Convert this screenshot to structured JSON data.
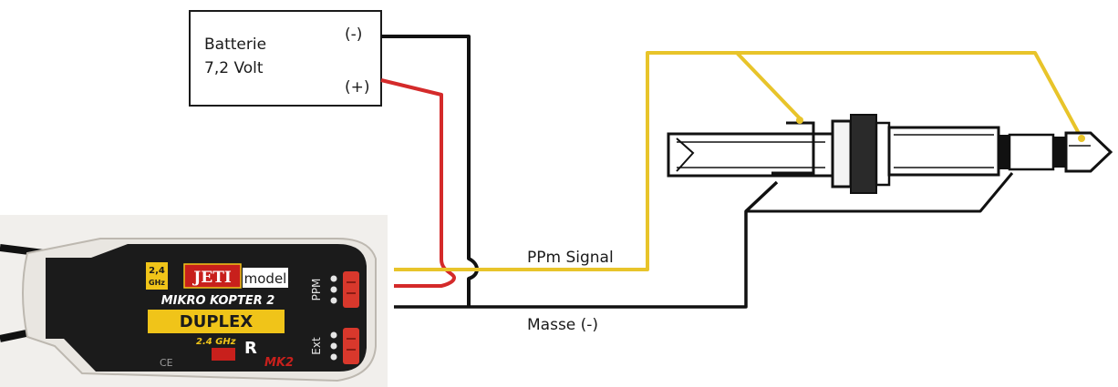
{
  "battery": {
    "name_line1": "Batterie",
    "name_line2": "7,2 Volt",
    "minus_label": "(-)",
    "plus_label": "(+)"
  },
  "wires": {
    "signal_label": "PPm Signal",
    "ground_label": "Masse (-)"
  },
  "receiver": {
    "band_line1": "2,4",
    "band_line2": "GHz",
    "brand": "JETI",
    "brand_sub": "model",
    "product_line": "MIKRO KOPTER 2",
    "product_name": "DUPLEX",
    "product_freq": "2.4 GHz",
    "product_variant": "R",
    "product_version": "MK2",
    "port_ppm": "PPM",
    "port_ext": "Ext",
    "cert_mark": "CE"
  },
  "colors": {
    "signal_wire": "#e8c42a",
    "power_wire": "#d42a2a",
    "ground_wire": "#111111",
    "receiver_body": "#1b1b1b",
    "brand_red": "#c8201c",
    "label_yellow": "#f0c419"
  }
}
